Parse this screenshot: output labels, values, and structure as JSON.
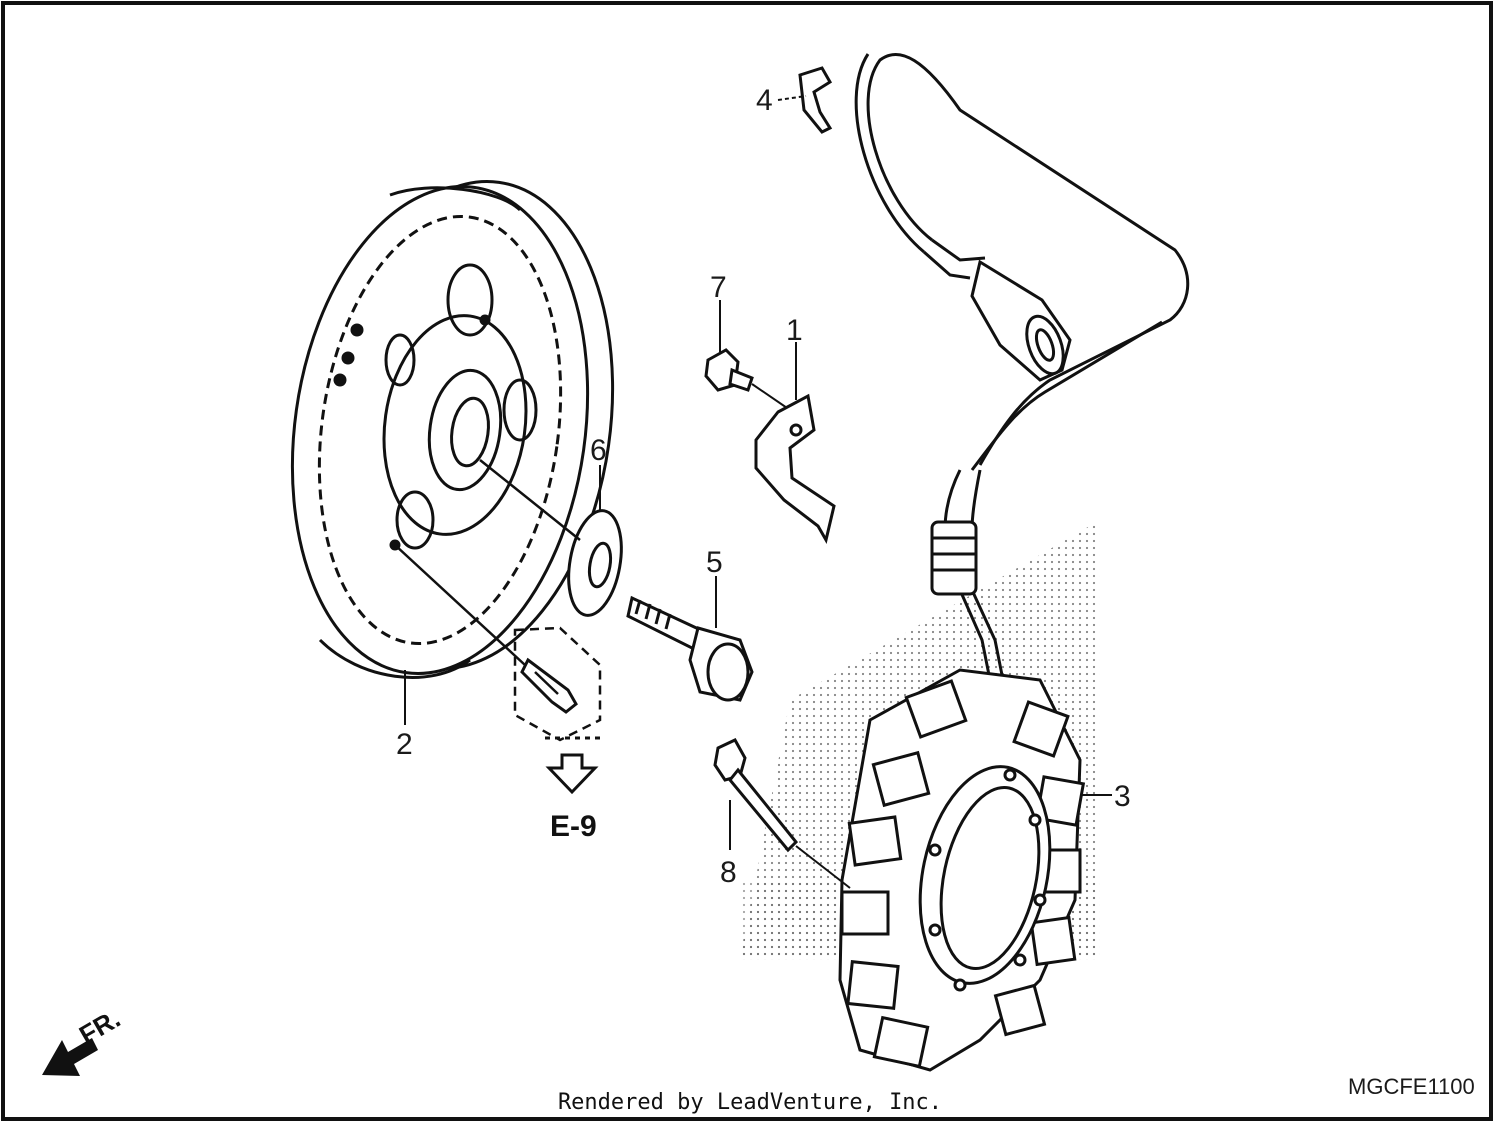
{
  "callouts": {
    "c1": "1",
    "c2": "2",
    "c3": "3",
    "c4": "4",
    "c5": "5",
    "c6": "6",
    "c7": "7",
    "c8": "8"
  },
  "reference_label": "E-9",
  "direction_label": "FR.",
  "diagram_code": "MGCFE1100",
  "credit": "Rendered by LeadVenture, Inc."
}
